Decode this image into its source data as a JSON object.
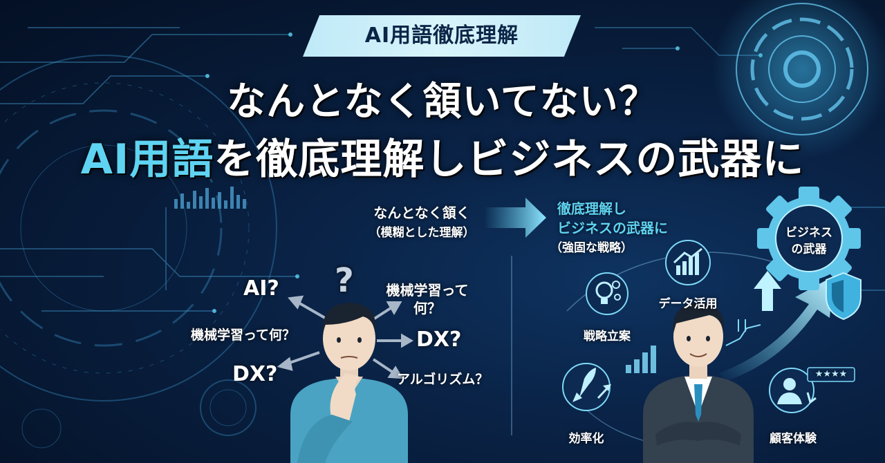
{
  "banner": {
    "label": "AI用語徹底理解"
  },
  "headline": {
    "line1": "なんとなく頷いてない？",
    "line2_highlight": "AI用語",
    "line2_rest": "を徹底理解しビジネスの武器に"
  },
  "left_panel": {
    "caption_main": "なんとなく頷く",
    "caption_sub": "（模糊とした理解）",
    "question_mark": "?",
    "questions": {
      "ai": "AI?",
      "ml_top_1": "機械学習って",
      "ml_top_2": "何？",
      "ml_left": "機械学習って何？",
      "dx_right": "DX?",
      "dx_left": "DX?",
      "algorithm": "アルゴリズム？"
    }
  },
  "right_panel": {
    "caption_line1": "徹底理解し",
    "caption_line2": "ビジネスの武器に",
    "caption_sub": "（強固な戦略）",
    "gear_label_1": "ビジネス",
    "gear_label_2": "の武器",
    "nodes": {
      "strategy": "戦略立案",
      "data": "データ活用",
      "efficiency": "効率化",
      "cx": "顧客体験"
    },
    "rating_stars": "★★★★"
  },
  "colors": {
    "background": "#071a36",
    "accent_cyan": "#5fd3f2",
    "banner_bg": "#cdeff9",
    "banner_text": "#0b2547",
    "shirt": "#4aa3c2"
  }
}
